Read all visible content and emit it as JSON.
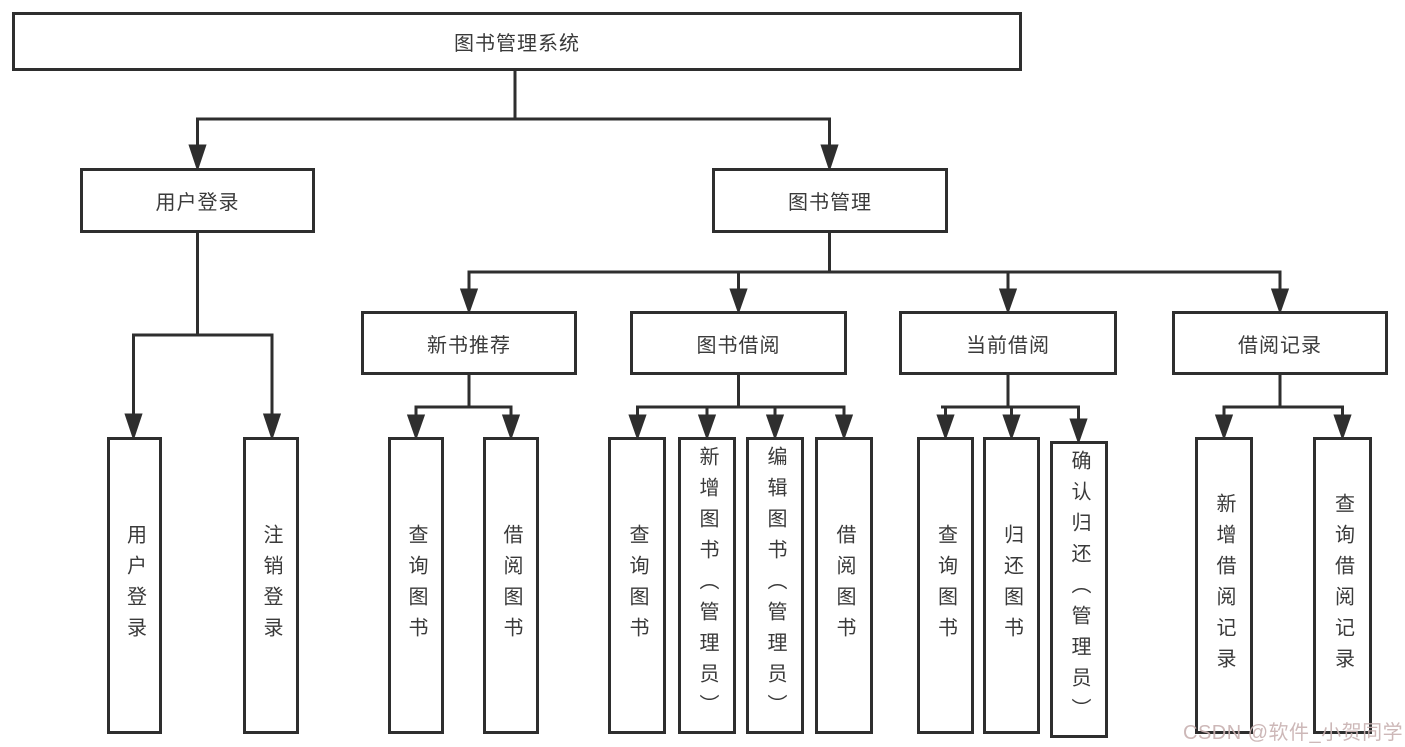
{
  "diagram": {
    "root": {
      "label": "图书管理系统"
    },
    "level2": {
      "user_login": {
        "label": "用户登录"
      },
      "book_mgmt": {
        "label": "图书管理"
      }
    },
    "level3": {
      "new_book_rec": {
        "label": "新书推荐"
      },
      "book_borrow": {
        "label": "图书借阅"
      },
      "current_borrow": {
        "label": "当前借阅"
      },
      "borrow_record": {
        "label": "借阅记录"
      }
    },
    "level4": {
      "user_login": {
        "label": "用户登录"
      },
      "logout": {
        "label": "注销登录"
      },
      "nbr_query_book": {
        "label": "查询图书"
      },
      "nbr_borrow_book": {
        "label": "借阅图书"
      },
      "bb_query_book": {
        "label": "查询图书"
      },
      "bb_add_book": {
        "label": "新增图书（管理员）"
      },
      "bb_edit_book": {
        "label": "编辑图书（管理员）"
      },
      "bb_borrow_book": {
        "label": "借阅图书"
      },
      "cb_query_book": {
        "label": "查询图书"
      },
      "cb_return_book": {
        "label": "归还图书"
      },
      "cb_confirm_return": {
        "label": "确认归还（管理员）"
      },
      "br_add_record": {
        "label": "新增借阅记录"
      },
      "br_query_record": {
        "label": "查询借阅记录"
      }
    },
    "colors": {
      "line": "#2e2e2e",
      "text": "#3a3a3a",
      "background": "#ffffff",
      "watermark": "#c9b2b2"
    },
    "watermark": {
      "text": "CSDN @软件_小贺同学"
    }
  }
}
